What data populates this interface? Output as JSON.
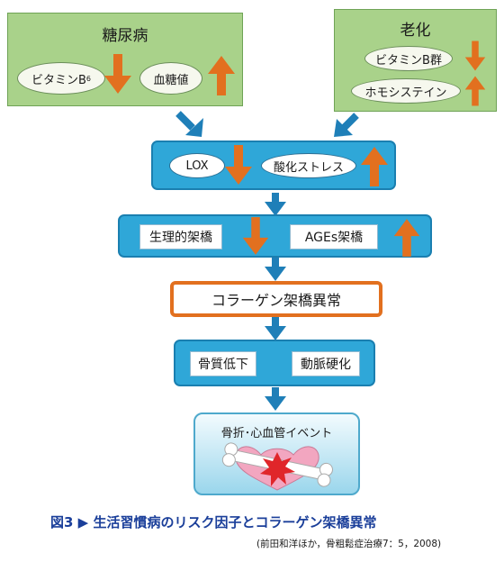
{
  "diabetes": {
    "title": "糖尿病",
    "vitamin_b6": "ビタミンB",
    "vitamin_b6_sub": "6",
    "blood_glucose": "血糖値"
  },
  "aging": {
    "title": "老化",
    "vitamin_b_group": "ビタミンB群",
    "homocysteine": "ホモシステイン"
  },
  "level1": {
    "lox": "LOX",
    "oxidative_stress": "酸化ストレス"
  },
  "level2": {
    "physiological_crosslink": "生理的架橋",
    "ages_crosslink": "AGEs架橋"
  },
  "collagen": {
    "label": "コラーゲン架橋異常"
  },
  "level3": {
    "bone_quality": "骨質低下",
    "arteriosclerosis": "動脈硬化"
  },
  "event": {
    "label": "骨折･心血管イベント"
  },
  "caption": {
    "figure": "図3",
    "marker": "▶",
    "title": "生活習慣病のリスク因子とコラーゲン架橋異常"
  },
  "source": {
    "text": "(前田和洋ほか，骨粗鬆症治療7：5，2008)"
  },
  "colors": {
    "down_arrow": "#e2701f",
    "up_arrow": "#e2701f",
    "flow_arrow": "#1f7fb8"
  },
  "icons": {
    "down": "down-arrow-icon",
    "up": "up-arrow-icon",
    "flow": "flow-arrow-icon",
    "bone": "broken-bone-heart-icon"
  }
}
